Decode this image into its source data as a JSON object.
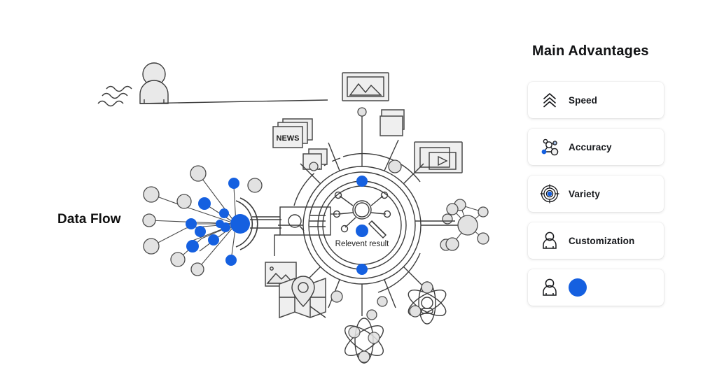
{
  "theme": {
    "background": "#ffffff",
    "accent_blue": "#1560e0",
    "node_gray": "#e3e3e3",
    "stroke": "#3a3a3a",
    "text": "#111214"
  },
  "diagram": {
    "label": "Data Flow",
    "center_label": "Relevent result",
    "news_card_label": "NEWS",
    "icons": [
      "person-icon",
      "signal-waves-icon",
      "news-stack-icon",
      "window-stack-icon",
      "image-frame-icon",
      "video-player-icon",
      "search-result-icon",
      "image-thumbnail-icon",
      "map-pin-icon",
      "atom-icon",
      "molecule-icon",
      "network-cluster-icon",
      "node-graph-icon",
      "relevance-hub-icon"
    ]
  },
  "panel": {
    "title": "Main Advantages",
    "cards": [
      {
        "label": "Speed",
        "icon": "chevrons-up-icon",
        "has_blue_dot": false
      },
      {
        "label": "Accuracy",
        "icon": "network-icon",
        "has_blue_dot": false
      },
      {
        "label": "Variety",
        "icon": "target-icon",
        "has_blue_dot": false
      },
      {
        "label": "Customization",
        "icon": "person-icon",
        "has_blue_dot": false
      },
      {
        "label": "",
        "icon": "person-icon",
        "has_blue_dot": true
      }
    ]
  }
}
